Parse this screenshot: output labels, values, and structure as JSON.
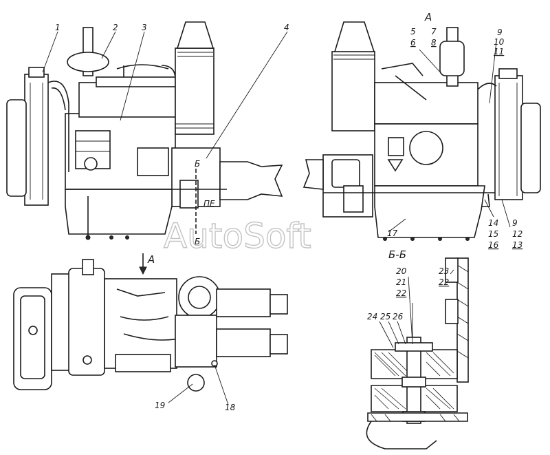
{
  "watermark": "AutoSoft",
  "view_labels": {
    "view_a_top": "A",
    "arrow_a": "A",
    "section_bb_title": "Б-Б",
    "section_mark_b_upper": "Б",
    "section_mark_b_lower": "Б",
    "dim_mark": "ПЕ"
  },
  "callouts": {
    "c1": "1",
    "c2": "2",
    "c3": "3",
    "c4": "4",
    "c5": "5",
    "c6": "6",
    "c7": "7",
    "c8": "8",
    "c9a": "9",
    "c10": "10",
    "c11": "11",
    "c14": "14",
    "c15": "15",
    "c16": "16",
    "c9b": "9",
    "c12": "12",
    "c13": "13",
    "c17": "17",
    "c18": "18",
    "c19": "19",
    "c20": "20",
    "c21": "21",
    "c22a": "22",
    "c23": "23",
    "c22b": "22",
    "c24": "24",
    "c25": "25",
    "c26": "26"
  }
}
